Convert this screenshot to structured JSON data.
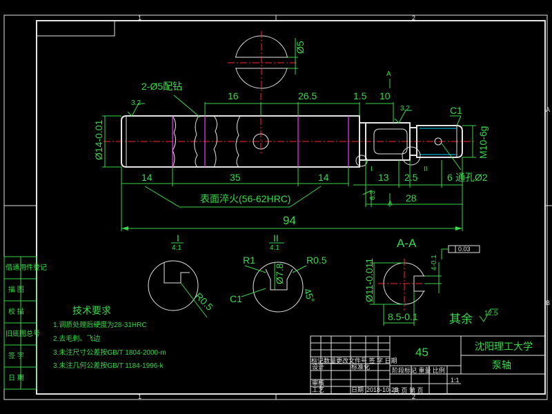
{
  "zones": {
    "top_1": "1",
    "top_2": "2",
    "bottom_1": "1",
    "bottom_2": "2",
    "right_a": "A",
    "right_b": "B"
  },
  "top_view_dims": {
    "hole_label": "2-Ø5配钻",
    "d16": "16",
    "d26_5": "26.5",
    "d1_5": "1.5",
    "d10": "10",
    "section_a_top": "A",
    "section_a_bottom": "A",
    "d_phi5": "Ø5",
    "d_phi14": "Ø14-0.01",
    "d_m10": "M10-6g",
    "d_c1": "C1",
    "rough_left": "3.2",
    "rough_mid": "3.2",
    "rough_side": "6.3",
    "d14_left": "14",
    "d35": "35",
    "d14_right": "14",
    "d13": "13",
    "d2_5": "2.5",
    "d6": "6",
    "d28": "28",
    "d94": "94",
    "hardening": "表面淬火(56-62HRC)",
    "through_hole": "通孔Ø2",
    "detail_i": "I",
    "detail_ii": "II"
  },
  "details": {
    "i_title": "I",
    "i_scale": "4:1",
    "i_r": "R0.5",
    "ii_title": "II",
    "ii_scale": "4:1",
    "ii_r1": "R1",
    "ii_r05": "R0.5",
    "ii_phi": "Ø7.8",
    "ii_c1": "C1",
    "ii_45": "45°",
    "aa_title": "A-A",
    "aa_phi": "Ø11-0.011",
    "aa_w": "8.5-0.1",
    "aa_side": "4-0.1",
    "aa_tol": "0.03",
    "rest_label": "其余",
    "rest_rough": "12.5"
  },
  "tech": {
    "title": "技术要求",
    "items": [
      "1.调质处理后硬度为28-31HRC",
      "2.去毛刺、飞边",
      "3.未注尺寸公差按GB/T 1804-2000-m",
      "3.未注几何公差按GB/T 1184-1996-k"
    ]
  },
  "side_labels": [
    "借通用件登记",
    "描 图",
    "校 描",
    "旧底图总号",
    "签 字",
    "日 期"
  ],
  "title_block": {
    "material": "45",
    "school": "沈阳理工大学",
    "part": "泵轴",
    "header_row": "标记数量更改文件号 签 字 日期",
    "design": "设计",
    "standard": "标准化",
    "stage_row": "阶段标记 重量 比例",
    "scale": "1:1",
    "review": "审核",
    "process": "工艺",
    "date_label": "日期",
    "date": "2018-10-25",
    "sheet_row": "共 页 第 页"
  }
}
